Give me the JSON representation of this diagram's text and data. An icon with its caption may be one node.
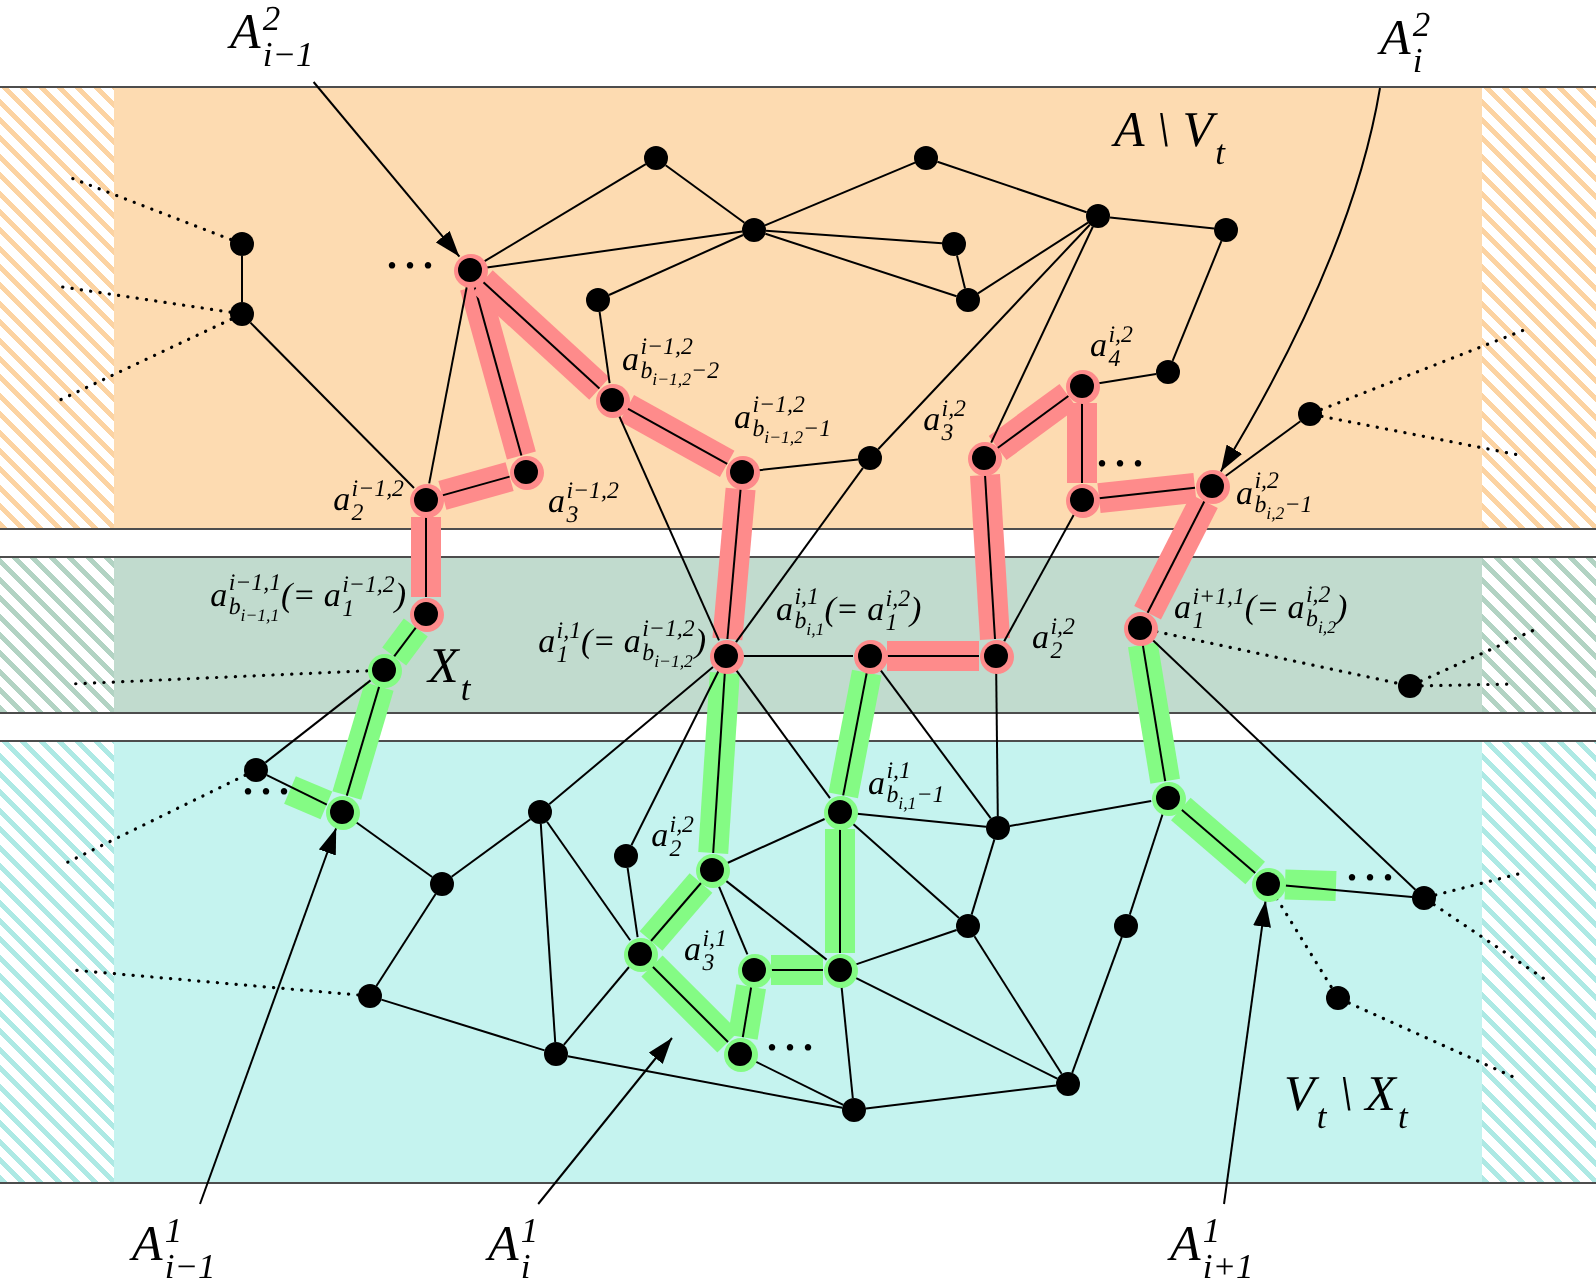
{
  "diagram": {
    "nodes": [
      {
        "text": [
          "A \\ V$_{t}$"
        ]
      },
      {
        "text": [],
        "shape": "circle",
        "in": 0
      },
      {
        "text": [],
        "shape": "circle",
        "in": 0
      },
      {
        "text": [],
        "shape": "circle",
        "in": 0
      },
      {
        "text": [],
        "shape": "circle",
        "in": 0
      },
      {
        "text": [],
        "shape": "circle",
        "in": 0
      },
      {
        "text": [],
        "shape": "circle",
        "in": 0
      },
      {
        "text": [],
        "shape": "circle",
        "in": 0
      },
      {
        "text": [],
        "shape": "circle",
        "in": 0
      },
      {
        "text": [],
        "shape": "circle",
        "in": 0
      },
      {
        "text": [],
        "shape": "circle",
        "in": 0
      },
      {
        "text": [],
        "shape": "circle",
        "in": 0
      },
      {
        "text": [],
        "shape": "circle",
        "in": 0
      },
      {
        "text": [],
        "shape": "circle",
        "in": 0,
        "beside": [
          "a$^{i,2}$$_{4}$"
        ]
      },
      {
        "text": [],
        "shape": "circle",
        "in": 0,
        "beside": [
          "a$^{i−1,2}$$_{b}$$_{i−1,2}$$_{−2}$"
        ]
      },
      {
        "text": [],
        "shape": "circle",
        "in": 0
      },
      {
        "text": [],
        "shape": "circle",
        "in": 0
      },
      {
        "text": [],
        "shape": "circle",
        "in": 0,
        "beside": [
          "a$^{i,2}$$_{3}$"
        ]
      },
      {
        "text": [],
        "shape": "circle",
        "in": 0,
        "beside": [
          "a$^{i−1,2}$$_{3}$"
        ]
      },
      {
        "text": [],
        "shape": "circle",
        "in": 0,
        "beside": [
          "a$^{i−1,2}$$_{b}$$_{i−1,2}$$_{−1}$"
        ]
      },
      {
        "text": [],
        "shape": "circle",
        "in": 0,
        "beside": [
          "a$^{i,2}$$_{b}$$_{i,2}$$_{−1}$"
        ]
      },
      {
        "text": [],
        "shape": "circle",
        "in": 0,
        "beside": [
          "a$^{i−1,2}$$_{2}$"
        ]
      },
      {
        "text": [],
        "shape": "circle",
        "in": 0
      },
      {
        "text": [
          "X$_{t}$"
        ]
      },
      {
        "text": [],
        "shape": "circle",
        "in": 23,
        "beside": [
          "a$^{i−1,1}$$_{b}$$_{i−1,1}$(= a$^{i−1,2}$$_{1}$)"
        ]
      },
      {
        "text": [],
        "shape": "circle",
        "in": 23,
        "beside": [
          "a$^{i+1,1}$$_{1}$(= a$^{i,2}$$_{b}$$_{i,2}$)"
        ]
      },
      {
        "text": [],
        "shape": "circle",
        "in": 23,
        "beside": [
          "a$^{i,1}$$_{1}$(= a$^{i−1,2}$$_{b}$$_{i−1,2}$)"
        ]
      },
      {
        "text": [],
        "shape": "circle",
        "in": 23,
        "beside": [
          "a$^{i,1}$$_{b}$$_{i,1}$(= a$^{i,2}$$_{1}$)"
        ]
      },
      {
        "text": [],
        "shape": "circle",
        "in": 23,
        "beside": [
          "a$^{i,2}$$_{2}$"
        ]
      },
      {
        "text": [],
        "shape": "circle",
        "in": 23
      },
      {
        "text": [],
        "shape": "circle",
        "in": 23
      },
      {
        "text": [
          "V$_{t}$ \\ X$_{t}$"
        ]
      },
      {
        "text": [],
        "shape": "circle",
        "in": 31
      },
      {
        "text": [],
        "shape": "circle",
        "in": 31
      },
      {
        "text": [],
        "shape": "circle",
        "in": 31
      },
      {
        "text": [],
        "shape": "circle",
        "in": 31
      },
      {
        "text": [],
        "shape": "circle",
        "in": 31,
        "beside": [
          "a$^{i,1}$$_{b}$$_{i,1}$$_{−1}$"
        ]
      },
      {
        "text": [],
        "shape": "circle",
        "in": 31
      },
      {
        "text": [],
        "shape": "circle",
        "in": 31
      },
      {
        "text": [],
        "shape": "circle",
        "in": 31,
        "beside": [
          "a$^{i,2}$$_{2}$"
        ]
      },
      {
        "text": [],
        "shape": "circle",
        "in": 31
      },
      {
        "text": [],
        "shape": "circle",
        "in": 31
      },
      {
        "text": [],
        "shape": "circle",
        "in": 31
      },
      {
        "text": [],
        "shape": "circle",
        "in": 31
      },
      {
        "text": [],
        "shape": "circle",
        "in": 31
      },
      {
        "text": [],
        "shape": "circle",
        "in": 31,
        "beside": [
          "a$^{i,1}$$_{3}$"
        ]
      },
      {
        "text": [],
        "shape": "circle",
        "in": 31
      },
      {
        "text": [],
        "shape": "circle",
        "in": 31
      },
      {
        "text": [],
        "shape": "circle",
        "in": 31
      },
      {
        "text": [],
        "shape": "circle",
        "in": 31
      },
      {
        "text": [],
        "shape": "circle",
        "in": 31
      },
      {
        "text": [],
        "shape": "circle",
        "in": 31
      },
      {
        "text": [],
        "shape": "circle",
        "in": 31
      },
      {
        "text": [],
        "shape": "circle",
        "in": 31
      },
      {
        "text": [
          "A$^{2}$$_{i−1}$"
        ]
      },
      {
        "text": [
          "A$^{2}$$_{i}$"
        ]
      },
      {
        "text": [
          "A$^{1}$$_{i−1}$"
        ]
      },
      {
        "text": [
          "A$^{1}$$_{i}$"
        ]
      },
      {
        "text": [
          "A$^{1}$$_{i+1}$"
        ]
      }
    ],
    "edges": [
      {
        "from": 6,
        "to": 11,
        "arrow": "none"
      },
      {
        "from": 11,
        "to": 21,
        "arrow": "none"
      },
      {
        "from": 8,
        "to": 1,
        "arrow": "none"
      },
      {
        "from": 8,
        "to": 4,
        "arrow": "none"
      },
      {
        "from": 8,
        "to": 21,
        "arrow": "none"
      },
      {
        "from": 8,
        "to": 18,
        "arrow": "none",
        "style": "thick",
        "color": "#fe8b8b"
      },
      {
        "from": 18,
        "to": 21,
        "arrow": "none",
        "style": "thick",
        "color": "#fe8b8b"
      },
      {
        "from": 8,
        "to": 14,
        "arrow": "none",
        "style": "thick",
        "color": "#fe8b8b"
      },
      {
        "from": 14,
        "to": 19,
        "arrow": "none",
        "style": "thick",
        "color": "#fe8b8b"
      },
      {
        "from": 19,
        "to": 26,
        "arrow": "none",
        "style": "thick",
        "color": "#fe8b8b"
      },
      {
        "from": 1,
        "to": 4,
        "arrow": "none"
      },
      {
        "from": 4,
        "to": 9,
        "arrow": "none"
      },
      {
        "from": 9,
        "to": 14,
        "arrow": "none"
      },
      {
        "from": 14,
        "to": 26,
        "arrow": "none"
      },
      {
        "from": 4,
        "to": 2,
        "arrow": "none"
      },
      {
        "from": 4,
        "to": 7,
        "arrow": "none"
      },
      {
        "from": 4,
        "to": 10,
        "arrow": "none"
      },
      {
        "from": 7,
        "to": 10,
        "arrow": "none"
      },
      {
        "from": 10,
        "to": 3,
        "arrow": "none"
      },
      {
        "from": 2,
        "to": 3,
        "arrow": "none"
      },
      {
        "from": 3,
        "to": 5,
        "arrow": "none"
      },
      {
        "from": 5,
        "to": 12,
        "arrow": "none"
      },
      {
        "from": 12,
        "to": 13,
        "arrow": "none"
      },
      {
        "from": 3,
        "to": 16,
        "arrow": "none"
      },
      {
        "from": 3,
        "to": 17,
        "arrow": "none"
      },
      {
        "from": 16,
        "to": 26,
        "arrow": "none"
      },
      {
        "from": 19,
        "to": 16,
        "arrow": "none"
      },
      {
        "from": 17,
        "to": 13,
        "arrow": "none",
        "style": "thick",
        "color": "#fe8b8b"
      },
      {
        "from": 13,
        "to": 22,
        "arrow": "none",
        "style": "thick",
        "color": "#fe8b8b"
      },
      {
        "from": 22,
        "to": 20,
        "arrow": "none",
        "style": "thick",
        "color": "#fe8b8b"
      },
      {
        "from": 20,
        "to": 25,
        "arrow": "none",
        "style": "thick",
        "color": "#fe8b8b"
      },
      {
        "from": 20,
        "to": 15,
        "arrow": "none"
      },
      {
        "from": 28,
        "to": 17,
        "arrow": "none",
        "style": "thick",
        "color": "#fe8b8b"
      },
      {
        "from": 27,
        "to": 28,
        "arrow": "none",
        "style": "thick",
        "color": "#fe8b8b"
      },
      {
        "from": 26,
        "to": 27,
        "arrow": "none"
      },
      {
        "from": 28,
        "to": 22,
        "arrow": "none"
      },
      {
        "from": 28,
        "to": 37,
        "arrow": "none"
      },
      {
        "from": 21,
        "to": 24,
        "arrow": "none",
        "style": "thick",
        "color": "#fe8b8b"
      },
      {
        "from": 24,
        "to": 29,
        "arrow": "none",
        "style": "thick",
        "color": "#84fb84"
      },
      {
        "from": 29,
        "to": 34,
        "arrow": "none",
        "style": "thick",
        "color": "#84fb84"
      },
      {
        "from": 32,
        "to": 29,
        "arrow": "none"
      },
      {
        "from": 32,
        "to": 34,
        "arrow": "none"
      },
      {
        "from": 34,
        "to": 40,
        "arrow": "none"
      },
      {
        "from": 40,
        "to": 35,
        "arrow": "none"
      },
      {
        "from": 35,
        "to": 26,
        "arrow": "none"
      },
      {
        "from": 38,
        "to": 26,
        "arrow": "none"
      },
      {
        "from": 26,
        "to": 39,
        "arrow": "none",
        "style": "thick",
        "color": "#84fb84"
      },
      {
        "from": 26,
        "to": 36,
        "arrow": "none"
      },
      {
        "from": 36,
        "to": 37,
        "arrow": "none"
      },
      {
        "from": 36,
        "to": 43,
        "arrow": "none"
      },
      {
        "from": 36,
        "to": 39,
        "arrow": "none"
      },
      {
        "from": 27,
        "to": 37,
        "arrow": "none"
      },
      {
        "from": 27,
        "to": 36,
        "arrow": "none",
        "style": "thick",
        "color": "#84fb84"
      },
      {
        "from": 35,
        "to": 51,
        "arrow": "none"
      },
      {
        "from": 35,
        "to": 45,
        "arrow": "none"
      },
      {
        "from": 40,
        "to": 48,
        "arrow": "none"
      },
      {
        "from": 48,
        "to": 51,
        "arrow": "none"
      },
      {
        "from": 51,
        "to": 45,
        "arrow": "none"
      },
      {
        "from": 51,
        "to": 53,
        "arrow": "none"
      },
      {
        "from": 38,
        "to": 45,
        "arrow": "none"
      },
      {
        "from": 39,
        "to": 47,
        "arrow": "none"
      },
      {
        "from": 39,
        "to": 46,
        "arrow": "none"
      },
      {
        "from": 39,
        "to": 45,
        "arrow": "none",
        "style": "thick",
        "color": "#84fb84"
      },
      {
        "from": 45,
        "to": 50,
        "arrow": "none",
        "style": "thick",
        "color": "#84fb84"
      },
      {
        "from": 50,
        "to": 47,
        "arrow": "none",
        "style": "thick",
        "color": "#84fb84"
      },
      {
        "from": 47,
        "to": 46,
        "arrow": "none",
        "style": "thick",
        "color": "#84fb84"
      },
      {
        "from": 46,
        "to": 36,
        "arrow": "none",
        "style": "thick",
        "color": "#84fb84"
      },
      {
        "from": 37,
        "to": 43,
        "arrow": "none"
      },
      {
        "from": 43,
        "to": 46,
        "arrow": "none"
      },
      {
        "from": 43,
        "to": 52,
        "arrow": "none"
      },
      {
        "from": 37,
        "to": 33,
        "arrow": "none"
      },
      {
        "from": 33,
        "to": 41,
        "arrow": "none",
        "style": "thick",
        "color": "#84fb84"
      },
      {
        "from": 41,
        "to": 42,
        "arrow": "none"
      },
      {
        "from": 33,
        "to": 44,
        "arrow": "none"
      },
      {
        "from": 44,
        "to": 52,
        "arrow": "none"
      },
      {
        "from": 46,
        "to": 52,
        "arrow": "none"
      },
      {
        "from": 46,
        "to": 53,
        "arrow": "none"
      },
      {
        "from": 53,
        "to": 52,
        "arrow": "none"
      },
      {
        "from": 25,
        "to": 42,
        "arrow": "none"
      },
      {
        "from": 25,
        "to": 33,
        "arrow": "none",
        "style": "thick",
        "color": "#84fb84"
      },
      {
        "from": 50,
        "to": 53,
        "arrow": "none"
      },
      {
        "from": 6,
        "to": null,
        "arrow": "none",
        "style": "dashed"
      },
      {
        "from": 11,
        "to": null,
        "arrow": "none",
        "style": "dashed"
      },
      {
        "from": 11,
        "to": null,
        "arrow": "none",
        "style": "dashed"
      },
      {
        "from": 29,
        "to": null,
        "arrow": "none",
        "style": "dashed"
      },
      {
        "from": 32,
        "to": null,
        "arrow": "none",
        "style": "dashed"
      },
      {
        "from": 48,
        "to": null,
        "arrow": "none",
        "style": "dashed"
      },
      {
        "from": 15,
        "to": null,
        "arrow": "none",
        "style": "dashed"
      },
      {
        "from": 15,
        "to": null,
        "arrow": "none",
        "style": "dashed"
      },
      {
        "from": 25,
        "to": 30,
        "arrow": "none",
        "style": "dashed"
      },
      {
        "from": 30,
        "to": null,
        "arrow": "none",
        "style": "dashed"
      },
      {
        "from": 30,
        "to": null,
        "arrow": "none",
        "style": "dashed"
      },
      {
        "from": 42,
        "to": null,
        "arrow": "none",
        "style": "dashed"
      },
      {
        "from": 42,
        "to": null,
        "arrow": "none",
        "style": "dashed"
      },
      {
        "from": 41,
        "to": 49,
        "arrow": "none",
        "style": "dashed"
      },
      {
        "from": 49,
        "to": null,
        "arrow": "none",
        "style": "dashed"
      },
      {
        "from": 54,
        "to": 8,
        "arrow": "to"
      },
      {
        "from": 55,
        "to": 20,
        "arrow": "to"
      },
      {
        "from": 56,
        "to": 34,
        "arrow": "to"
      },
      {
        "from": 57,
        "to": null,
        "arrow": "to"
      },
      {
        "from": 58,
        "to": 41,
        "arrow": "to"
      }
    ],
    "labels": [
      "...",
      "...",
      "...",
      "...",
      "..."
    ]
  }
}
